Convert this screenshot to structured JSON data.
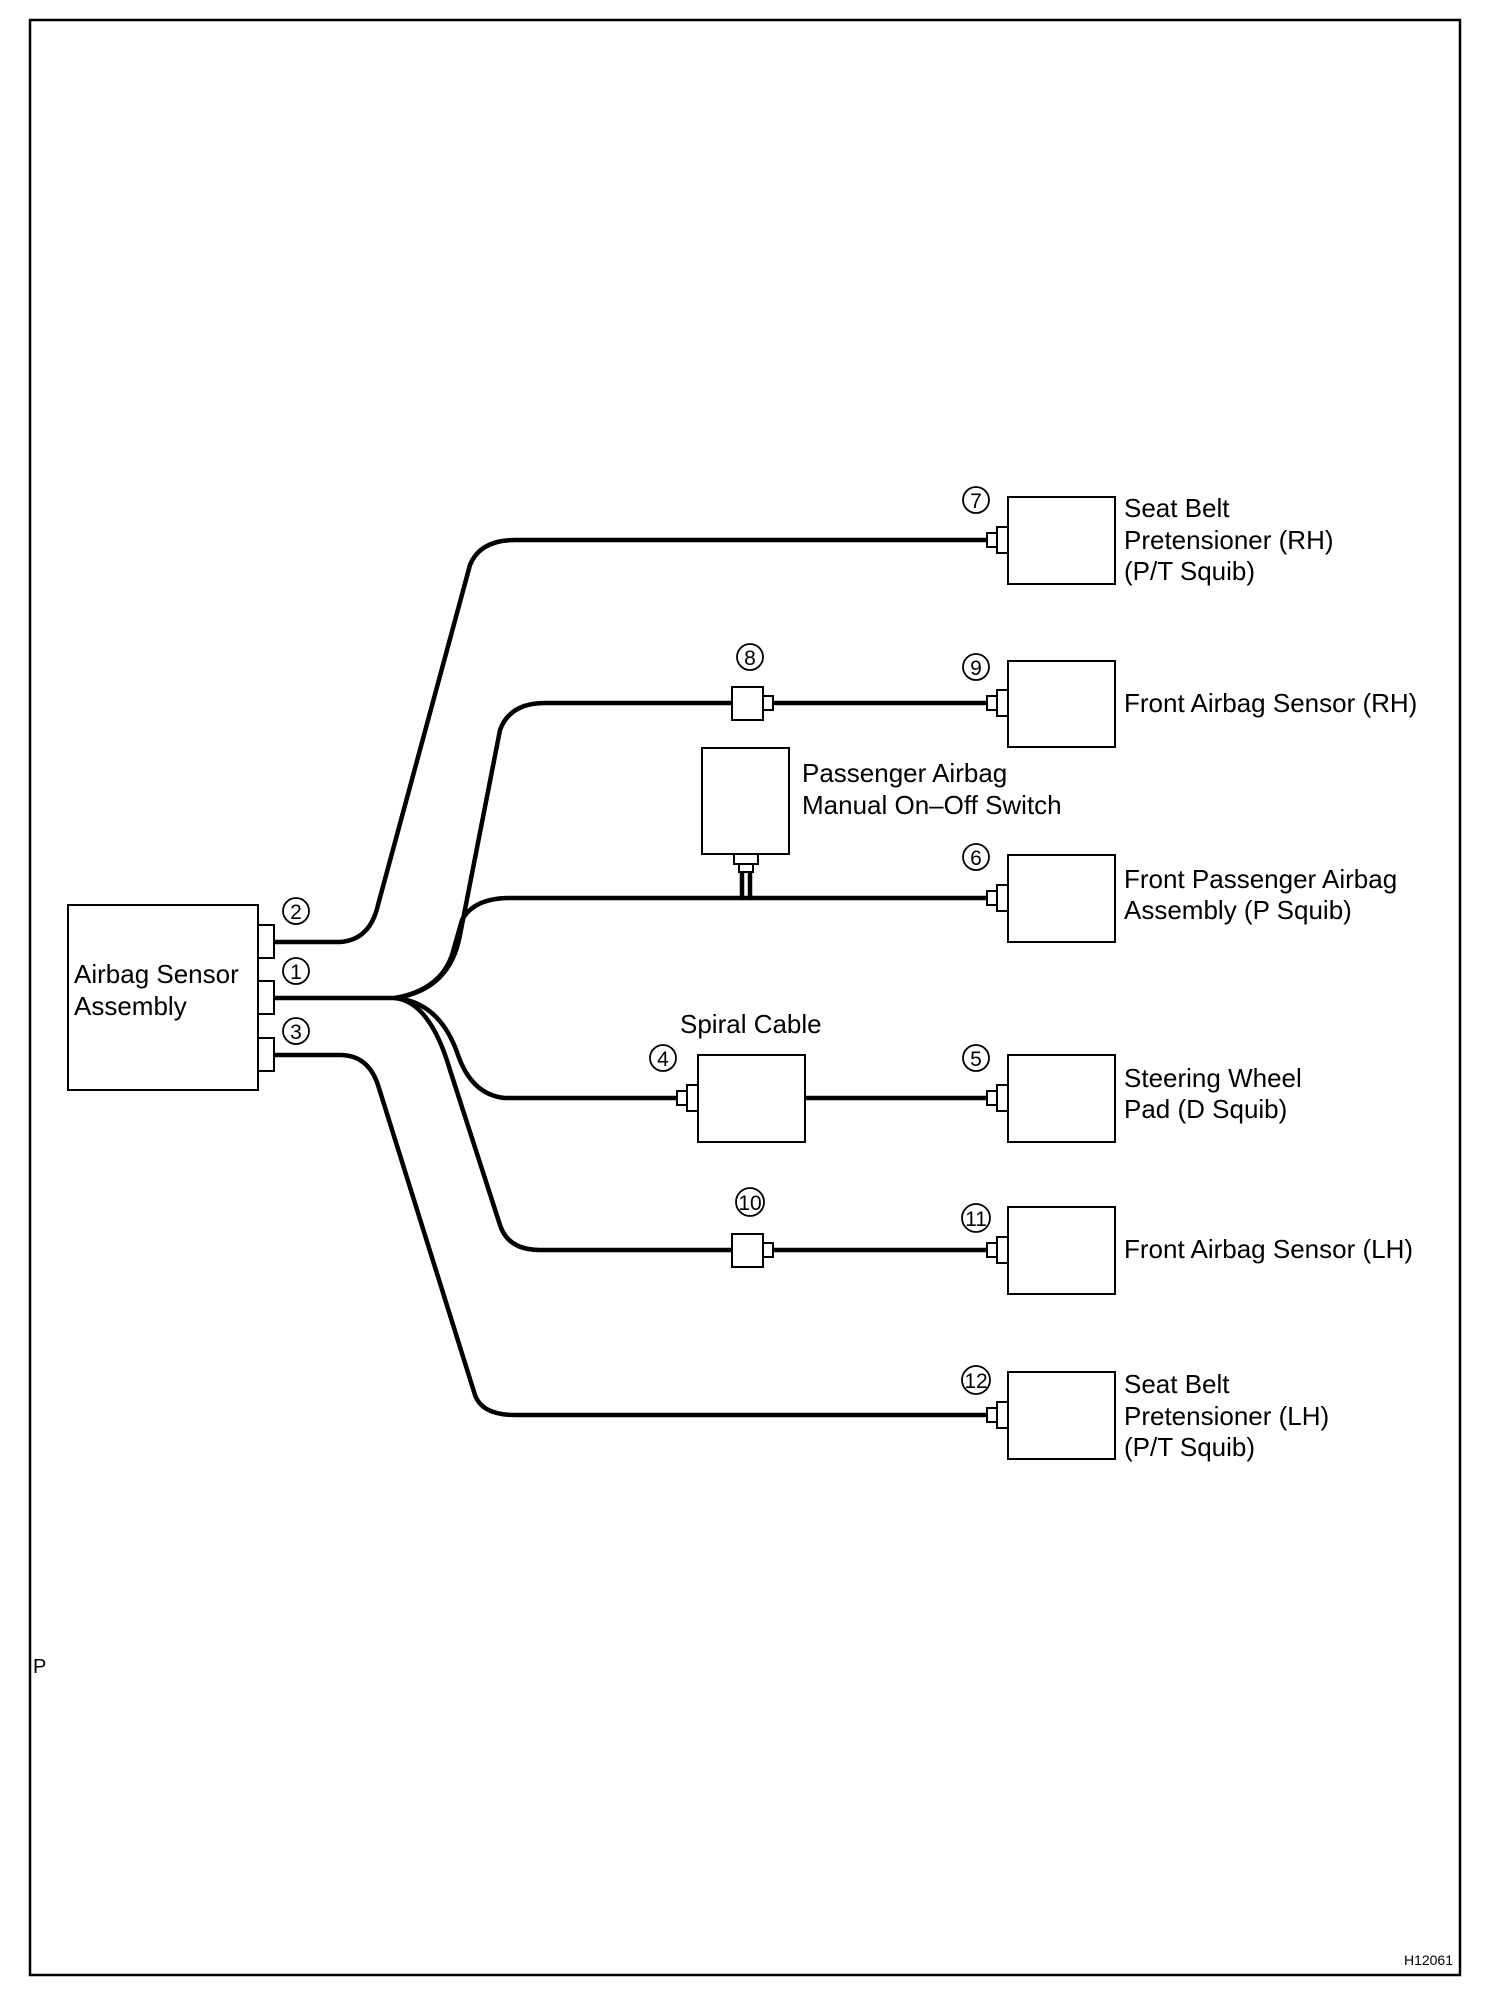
{
  "labels": {
    "sensor_l1": "Airbag Sensor",
    "sensor_l2": "Assembly",
    "sb_rh_l1": "Seat Belt",
    "sb_rh_l2": "Pretensioner (RH)",
    "sb_rh_l3": "(P/T Squib)",
    "fas_rh": "Front Airbag Sensor (RH)",
    "pass_sw_l1": "Passenger Airbag",
    "pass_sw_l2": "Manual On–Off Switch",
    "fpa_l1": "Front Passenger Airbag",
    "fpa_l2": "Assembly (P Squib)",
    "spiral": "Spiral Cable",
    "swp_l1": "Steering Wheel",
    "swp_l2": "Pad (D Squib)",
    "fas_lh": "Front Airbag Sensor (LH)",
    "sb_lh_l1": "Seat Belt",
    "sb_lh_l2": "Pretensioner (LH)",
    "sb_lh_l3": "(P/T Squib)"
  },
  "numbers": {
    "n1": "1",
    "n2": "2",
    "n3": "3",
    "n4": "4",
    "n5": "5",
    "n6": "6",
    "n7": "7",
    "n8": "8",
    "n9": "9",
    "n10": "10",
    "n11": "11",
    "n12": "12"
  },
  "figure_code": "H12061",
  "side_mark": "P"
}
